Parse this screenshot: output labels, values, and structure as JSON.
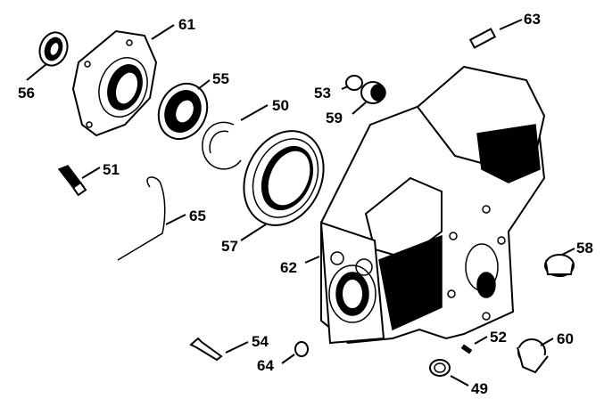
{
  "diagram": {
    "callouts": [
      {
        "id": "56",
        "label": "56"
      },
      {
        "id": "61",
        "label": "61"
      },
      {
        "id": "55",
        "label": "55"
      },
      {
        "id": "63",
        "label": "63"
      },
      {
        "id": "53",
        "label": "53"
      },
      {
        "id": "59",
        "label": "59"
      },
      {
        "id": "50",
        "label": "50"
      },
      {
        "id": "51",
        "label": "51"
      },
      {
        "id": "65",
        "label": "65"
      },
      {
        "id": "57",
        "label": "57"
      },
      {
        "id": "62",
        "label": "62"
      },
      {
        "id": "58",
        "label": "58"
      },
      {
        "id": "54",
        "label": "54"
      },
      {
        "id": "64",
        "label": "64"
      },
      {
        "id": "52",
        "label": "52"
      },
      {
        "id": "60",
        "label": "60"
      },
      {
        "id": "49",
        "label": "49"
      }
    ]
  }
}
